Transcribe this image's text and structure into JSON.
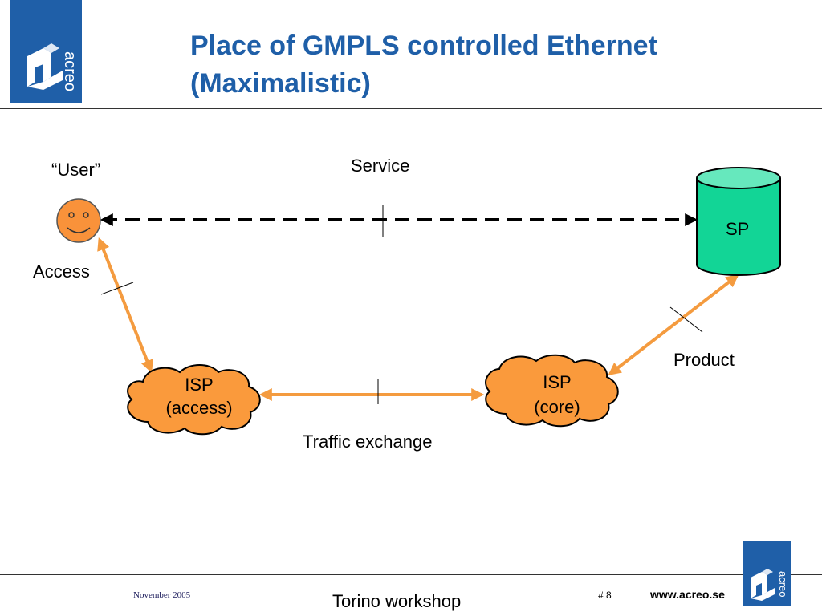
{
  "header": {
    "title_line1": "Place of GMPLS controlled Ethernet",
    "title_line2": "(Maximalistic)",
    "logo_text": "acreo"
  },
  "diagram": {
    "user_label": "“User”",
    "service_label": "Service",
    "sp_label": "SP",
    "access_label": "Access",
    "product_label": "Product",
    "isp_access_line1": "ISP",
    "isp_access_line2": "(access)",
    "isp_core_line1": "ISP",
    "isp_core_line2": "(core)",
    "traffic_label": "Traffic exchange"
  },
  "footer": {
    "date": "November 2005",
    "event": "Torino workshop",
    "page": "# 8",
    "url": "www.acreo.se",
    "logo_text": "acreo"
  },
  "colors": {
    "brand_blue": "#1f5fa8",
    "link_orange": "#f49b3f",
    "cloud_orange": "#fa9a3c",
    "database_green": "#12d596",
    "database_top": "#66e8bd",
    "face_orange": "#f9923a"
  }
}
